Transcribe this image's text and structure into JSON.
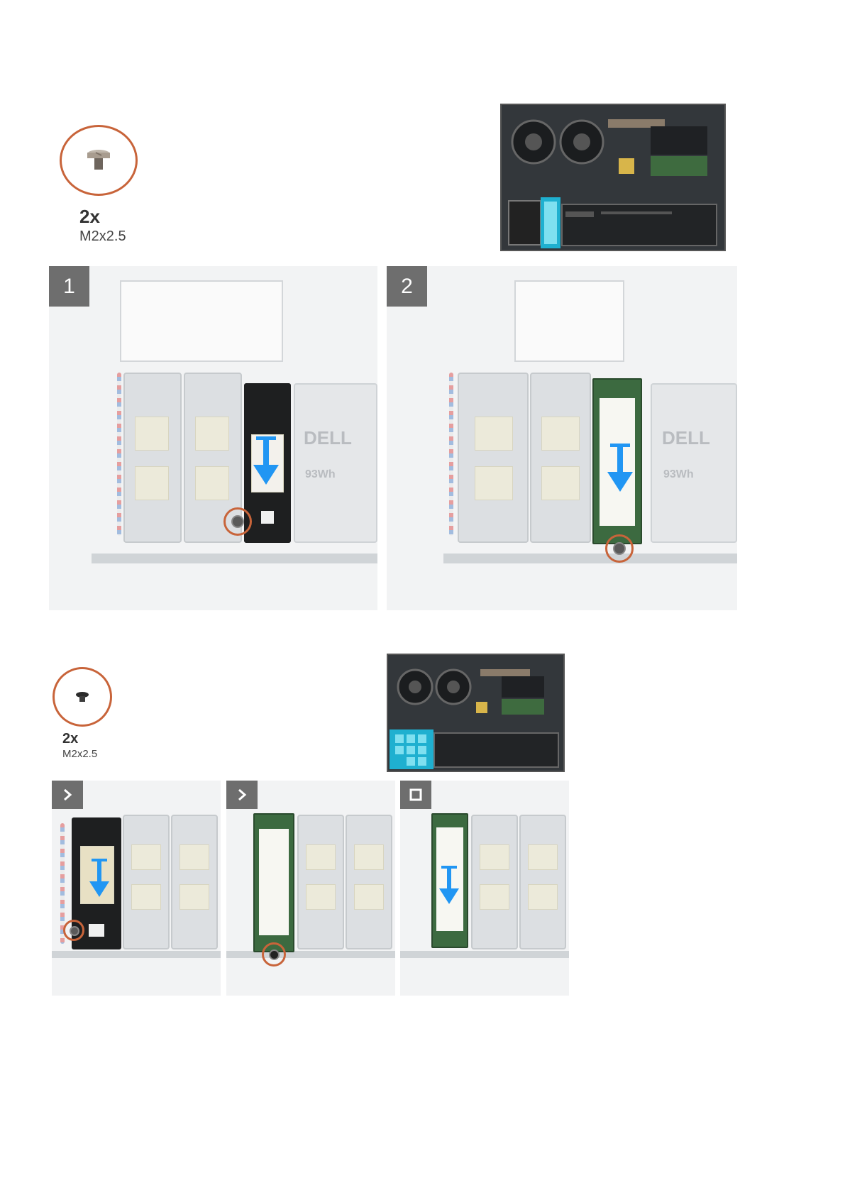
{
  "section1": {
    "screw": {
      "quantity": "2x",
      "spec": "M2x2.5"
    },
    "steps": [
      {
        "label": "1"
      },
      {
        "label": "2"
      }
    ],
    "battery": {
      "brand": "DELL",
      "capacity": "93Wh"
    }
  },
  "section2": {
    "screw": {
      "quantity": "2x",
      "spec": "M2x2.5"
    },
    "step_icons": [
      {
        "icon": "chevron-right-icon"
      },
      {
        "icon": "chevron-right-icon"
      },
      {
        "icon": "stop-square-icon"
      }
    ]
  },
  "colors": {
    "callout": "#c8643a",
    "arrow": "#2196f3",
    "badge": "#6e6e6e",
    "highlight": "#1fb0d0"
  }
}
